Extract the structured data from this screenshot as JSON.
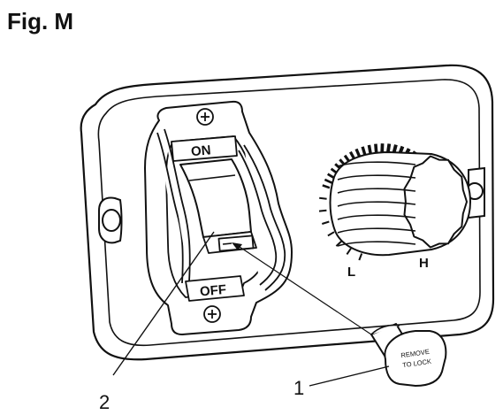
{
  "figure": {
    "title": "Fig. M"
  },
  "switch": {
    "on_label": "ON",
    "off_label": "OFF"
  },
  "dial": {
    "low_label": "L",
    "high_label": "H"
  },
  "lock_key": {
    "line1": "REMOVE",
    "line2": "TO LOCK"
  },
  "callouts": {
    "one": "1",
    "two": "2"
  }
}
